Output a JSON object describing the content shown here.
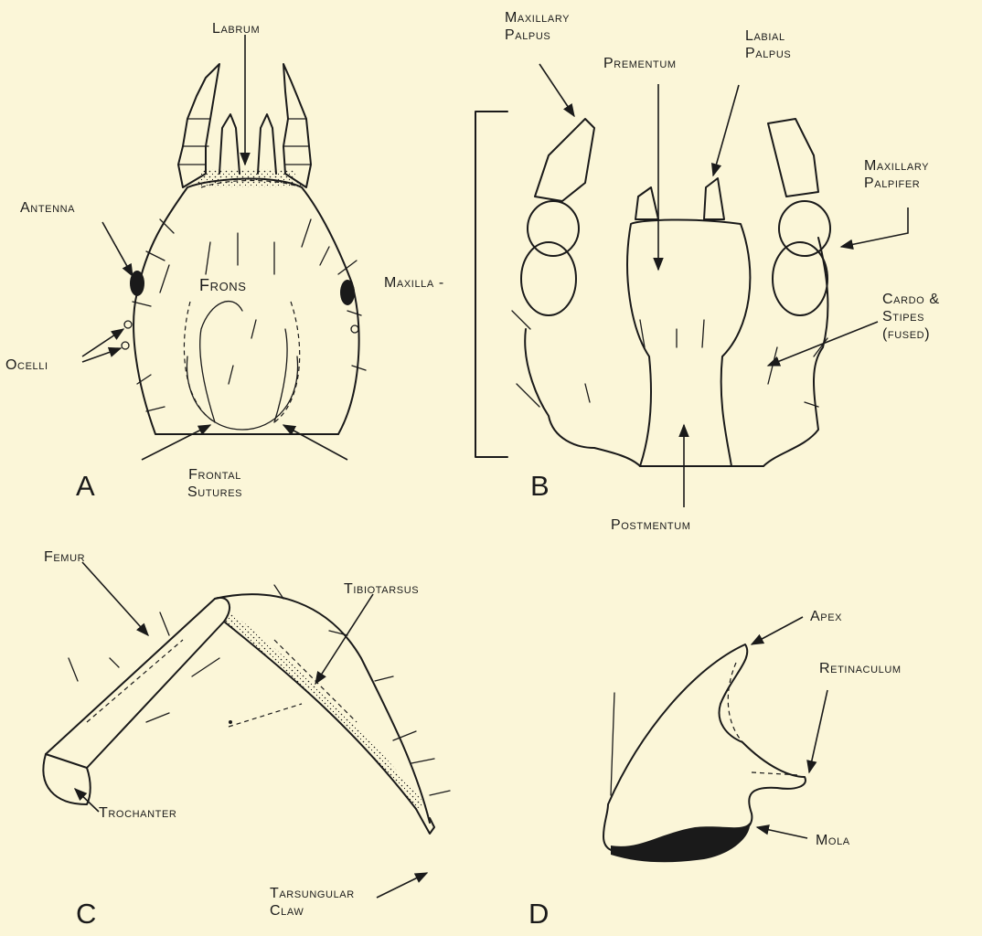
{
  "panels": {
    "a": {
      "letter": "A",
      "labels": {
        "labrum": "Labrum",
        "antenna": "Antenna",
        "frons": "Frons",
        "ocelli": "Ocelli",
        "frontal_sutures": [
          "Frontal",
          "Sutures"
        ]
      }
    },
    "b": {
      "letter": "B",
      "labels": {
        "maxillary_palpus": [
          "Maxillary",
          "Palpus"
        ],
        "prementum": "Prementum",
        "labial_palpus": [
          "Labial",
          "Palpus"
        ],
        "maxillary_palpifer": [
          "Maxillary",
          "Palpifer"
        ],
        "maxilla": "Maxilla -",
        "cardo_stipes": [
          "Cardo &",
          "Stipes",
          "(fused)"
        ],
        "postmentum": "Postmentum"
      }
    },
    "c": {
      "letter": "C",
      "labels": {
        "femur": "Femur",
        "tibiotarsus": "Tibiotarsus",
        "trochanter": "Trochanter",
        "tarsungular_claw": [
          "Tarsungular",
          "Claw"
        ]
      }
    },
    "d": {
      "letter": "D",
      "labels": {
        "apex": "Apex",
        "retinaculum": "Retinaculum",
        "mola": "Mola"
      }
    }
  }
}
